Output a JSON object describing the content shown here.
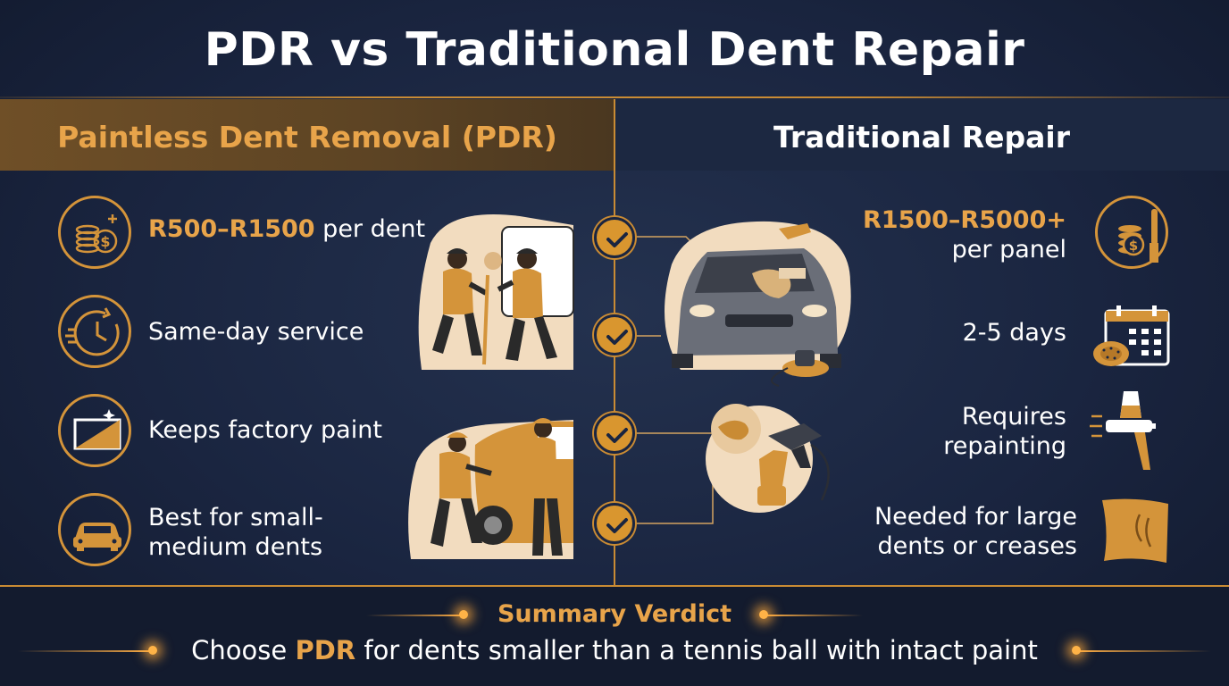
{
  "title": "PDR vs Traditional Dent Repair",
  "left_header": "Paintless Dent Removal (PDR)",
  "right_header": "Traditional Repair",
  "pdr_features": [
    {
      "highlight": "R500–R1500",
      "text": " per dent",
      "icon": "coins-dollar-icon"
    },
    {
      "highlight": "",
      "text": "Same-day service",
      "icon": "clock-icon"
    },
    {
      "highlight": "",
      "text": "Keeps factory paint",
      "icon": "paint-panel-icon"
    },
    {
      "line1": "Best for small-",
      "line2": "medium dents",
      "icon": "car-icon"
    }
  ],
  "traditional_features": [
    {
      "line1": "R1500–R5000+",
      "line2": "per panel",
      "icon": "coins-brush-icon"
    },
    {
      "line1": "2-5 days",
      "icon": "calendar-sander-icon"
    },
    {
      "line1": "Requires",
      "line2": "repainting",
      "icon": "spray-gun-icon"
    },
    {
      "line1": "Needed for large",
      "line2": "dents or creases",
      "icon": "creased-panel-icon"
    }
  ],
  "verdict": {
    "title": "Summary Verdict",
    "prefix": "Choose ",
    "highlight": "PDR",
    "suffix": " for dents smaller than a tennis ball with intact paint"
  },
  "colors": {
    "accent": "#d4943a",
    "background": "#1a2540",
    "text": "#ffffff"
  }
}
